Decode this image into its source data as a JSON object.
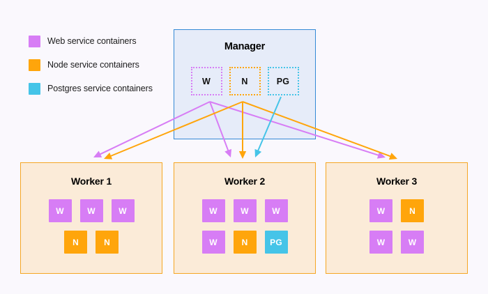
{
  "palette": {
    "web": "#D77DF5",
    "node": "#FFA50B",
    "postgres": "#45C4E8",
    "manager_border": "#3389D6",
    "manager_fill": "#E6ECF9",
    "worker_border": "#F5A623",
    "worker_fill": "#FBEBD8",
    "page_background": "#FAF8FD"
  },
  "legend": {
    "items": [
      {
        "label": "Web service containers",
        "color": "#D77DF5",
        "icon": "square-swatch-icon"
      },
      {
        "label": "Node service containers",
        "color": "#FFA50B",
        "icon": "square-swatch-icon"
      },
      {
        "label": "Postgres service containers",
        "color": "#45C4E8",
        "icon": "square-swatch-icon"
      }
    ]
  },
  "manager": {
    "title": "Manager",
    "slots": [
      {
        "label": "W",
        "type": "web"
      },
      {
        "label": "N",
        "type": "node"
      },
      {
        "label": "PG",
        "type": "pg"
      }
    ]
  },
  "workers": [
    {
      "title": "Worker 1",
      "rows": [
        [
          {
            "label": "W",
            "type": "web"
          },
          {
            "label": "W",
            "type": "web"
          },
          {
            "label": "W",
            "type": "web"
          }
        ],
        [
          {
            "label": "N",
            "type": "node"
          },
          {
            "label": "N",
            "type": "node"
          }
        ]
      ]
    },
    {
      "title": "Worker 2",
      "rows": [
        [
          {
            "label": "W",
            "type": "web"
          },
          {
            "label": "W",
            "type": "web"
          },
          {
            "label": "W",
            "type": "web"
          }
        ],
        [
          {
            "label": "W",
            "type": "web"
          },
          {
            "label": "N",
            "type": "node"
          },
          {
            "label": "PG",
            "type": "pg"
          }
        ]
      ]
    },
    {
      "title": "Worker 3",
      "rows": [
        [
          {
            "label": "W",
            "type": "web"
          },
          {
            "label": "N",
            "type": "node"
          }
        ],
        [
          {
            "label": "W",
            "type": "web"
          },
          {
            "label": "W",
            "type": "web"
          }
        ]
      ]
    }
  ],
  "arrows": [
    {
      "name": "web-to-worker-1",
      "color": "#D77DF5",
      "from": [
        301,
        146
      ],
      "to": [
        134,
        226
      ]
    },
    {
      "name": "web-to-worker-2",
      "color": "#D77DF5",
      "from": [
        301,
        146
      ],
      "to": [
        331,
        226
      ]
    },
    {
      "name": "web-to-worker-3",
      "color": "#D77DF5",
      "from": [
        301,
        146
      ],
      "to": [
        553,
        226
      ]
    },
    {
      "name": "node-to-worker-1",
      "color": "#FFA50B",
      "from": [
        348,
        146
      ],
      "to": [
        149,
        228
      ]
    },
    {
      "name": "node-to-worker-2",
      "color": "#FFA50B",
      "from": [
        348,
        146
      ],
      "to": [
        348,
        228
      ]
    },
    {
      "name": "node-to-worker-3",
      "color": "#FFA50B",
      "from": [
        348,
        146
      ],
      "to": [
        570,
        228
      ]
    },
    {
      "name": "postgres-to-worker-2",
      "color": "#45C4E8",
      "from": [
        403,
        139
      ],
      "to": [
        366,
        226
      ]
    }
  ]
}
